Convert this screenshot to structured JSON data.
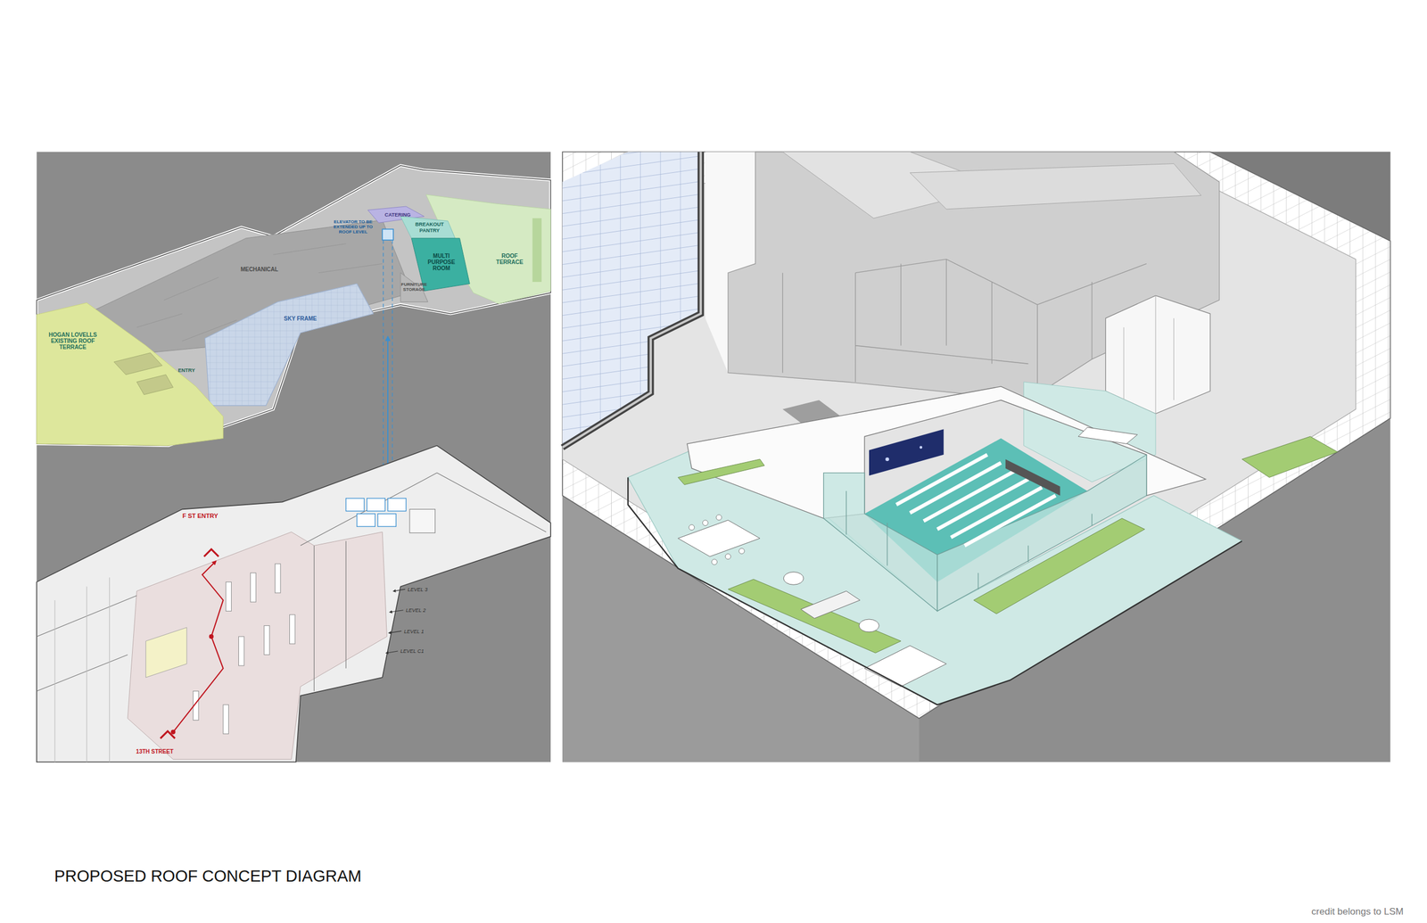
{
  "diagram": {
    "title": "PROPOSED ROOF CONCEPT DIAGRAM",
    "caption": "credit belongs to LSM",
    "nodes": [
      {
        "text": [
          "MECHANICAL"
        ]
      },
      {
        "text": [
          "HOGAN LOVELLS EXISTING ROOF TERRACE"
        ]
      },
      {
        "text": [
          "SKY FRAME"
        ]
      },
      {
        "text": [
          "CATERING"
        ]
      },
      {
        "text": [
          "BREAKOUT PANTRY"
        ]
      },
      {
        "text": [
          "MULTI PURPOSE ROOM"
        ]
      },
      {
        "text": [
          "FURNITURE STORAGE"
        ]
      },
      {
        "text": [
          "ROOF TERRACE"
        ]
      }
    ],
    "labels": [
      "ELEVATOR TO BE EXTENDED UP TO ROOF LEVEL",
      "ENTRY",
      "F ST ENTRY",
      "LEVEL 3",
      "LEVEL 2",
      "LEVEL 1",
      "LEVEL C1",
      "13TH STREET"
    ]
  }
}
